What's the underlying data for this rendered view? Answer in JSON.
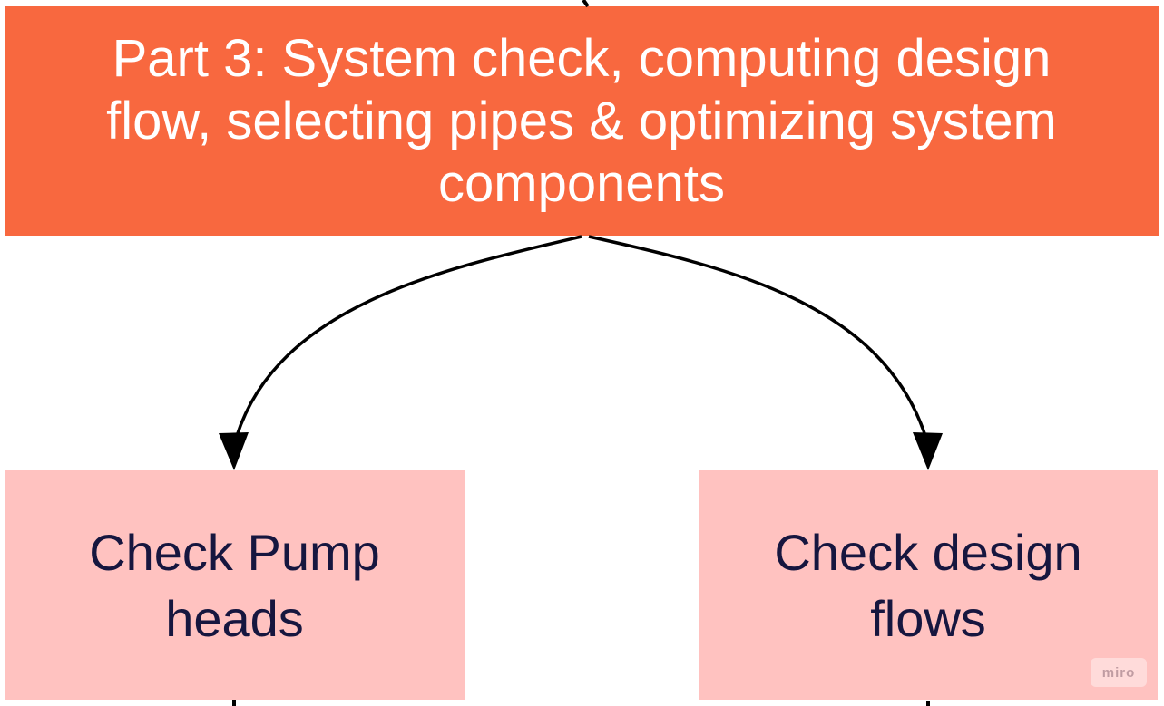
{
  "title_box": {
    "text": "Part 3: System check, computing design flow, selecting pipes & optimizing system components",
    "lines": [
      "Part 3: System check, computing design",
      "flow, selecting pipes & optimizing system",
      "components"
    ],
    "bg_color": "#F8683F",
    "text_color": "#FFFFFF"
  },
  "nodes": [
    {
      "id": "check-pump-heads",
      "text": "Check Pump heads",
      "lines": [
        "Check Pump",
        "heads"
      ],
      "bg_color": "#FFC2C0",
      "text_color": "#16163F"
    },
    {
      "id": "check-design-flows",
      "text": "Check design flows",
      "lines": [
        "Check design",
        "flows"
      ],
      "bg_color": "#FFC2C0",
      "text_color": "#16163F"
    }
  ],
  "connectors": [
    {
      "from": "title-box",
      "to": "check-pump-heads",
      "shape": "curved",
      "arrowhead": "filled-triangle",
      "color": "#000000"
    },
    {
      "from": "title-box",
      "to": "check-design-flows",
      "shape": "curved",
      "arrowhead": "filled-triangle",
      "color": "#000000"
    }
  ],
  "watermark": {
    "label": "miro"
  }
}
